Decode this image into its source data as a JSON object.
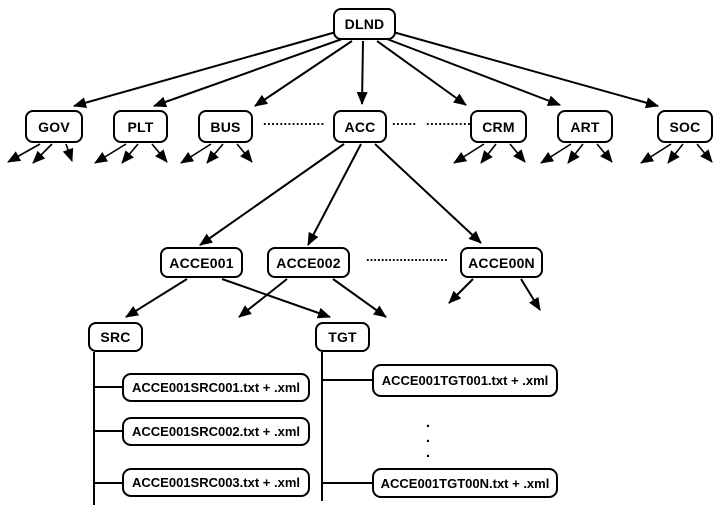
{
  "diagram": {
    "root": "DLND",
    "level1": [
      "GOV",
      "PLT",
      "BUS",
      "ACC",
      "CRM",
      "ART",
      "SOC"
    ],
    "level2": [
      "ACCE001",
      "ACCE002",
      "ACCE00N"
    ],
    "level3": [
      "SRC",
      "TGT"
    ],
    "src_files": [
      "ACCE001SRC001.txt + .xml",
      "ACCE001SRC002.txt + .xml",
      "ACCE001SRC003.txt + .xml"
    ],
    "tgt_files": [
      "ACCE001TGT001.txt + .xml",
      "ACCE001TGT00N.txt + .xml"
    ],
    "dots": {
      "bus_acc": "...............",
      "acc_crm_a": "......",
      "acc_crm_b": "...........",
      "acce002_acce00n": "......................",
      "tgt_vertical": ".\n.\n."
    },
    "colors": {
      "line": "#000000",
      "background": "#ffffff",
      "node_fill": "#ffffff"
    }
  }
}
